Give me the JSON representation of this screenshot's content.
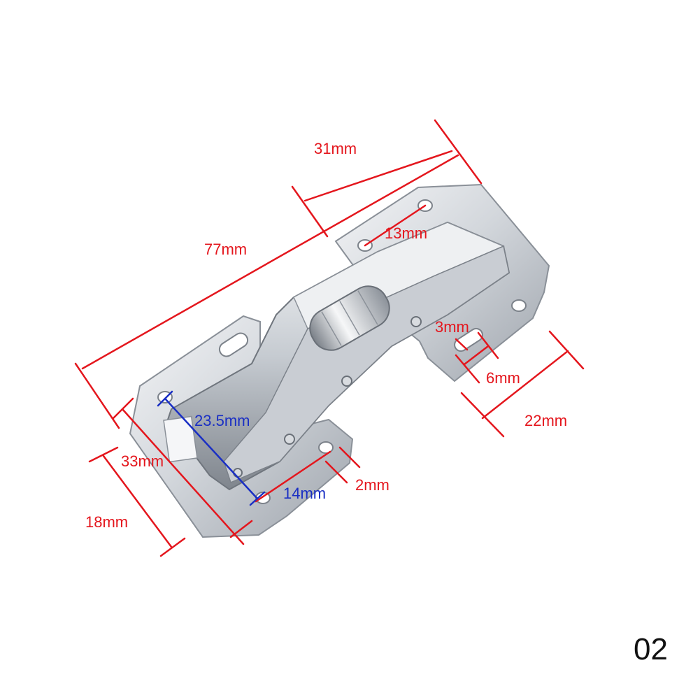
{
  "image_number": "02",
  "colors": {
    "dimension_red": "#e4161d",
    "dimension_blue": "#1a2fc4",
    "metal_light": "#eceef1",
    "metal_mid": "#b7bcc4",
    "metal_dark": "#6e737b"
  },
  "dimensions": {
    "overall_length": "77mm",
    "mount_plate_length": "31mm",
    "slot_spacing": "13mm",
    "slot_width": "3mm",
    "slot_length": "6mm",
    "mount_plate_width": "22mm",
    "body_width": "33mm",
    "hole_offset": "23.5mm",
    "hole_spacing": "14mm",
    "edge_gap": "2mm",
    "plate_depth": "18mm"
  }
}
